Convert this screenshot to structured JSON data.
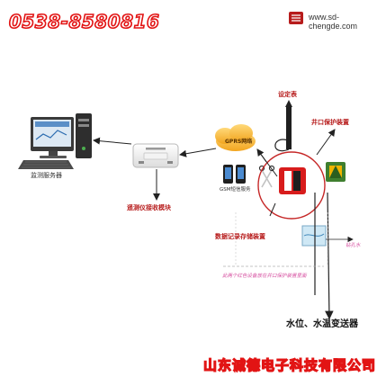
{
  "header": {
    "phone": "0538-8580816",
    "website": "www.sd-chengde.com"
  },
  "diagram": {
    "server_label": "监测服务器",
    "receiver_label": "遥测仪接收模块",
    "gprs_label": "GPRS网络",
    "gsm_label": "GSM短信服务",
    "setting_label": "设定表",
    "protection_label": "井口保护装置",
    "datalogger_label": "数据记录存储装置",
    "sensor_label": "水位、水温变送器",
    "wellwater_label": "钻孔水",
    "note": "此两个红色设备放在井口保护装置里面"
  },
  "footer": {
    "company": "山东诚德电子科技有限公司"
  },
  "colors": {
    "brand_red": "#e21414",
    "diagram_red": "#c62828",
    "note_pink": "#d64fa0"
  }
}
